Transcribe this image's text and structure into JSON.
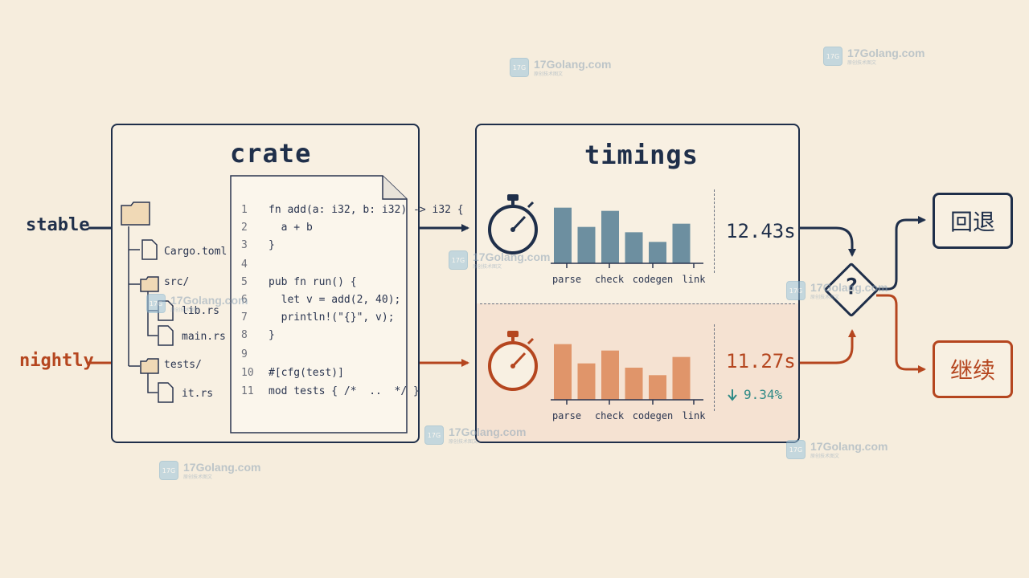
{
  "inputs": {
    "stable_label": "stable",
    "nightly_label": "nightly"
  },
  "crate_panel": {
    "title": "crate",
    "tree": {
      "root_icon": "folder-icon",
      "items": [
        {
          "label": "Cargo.toml",
          "icon": "file-icon"
        },
        {
          "label": "src/",
          "icon": "folder-icon"
        },
        {
          "label": "lib.rs",
          "icon": "file-icon"
        },
        {
          "label": "main.rs",
          "icon": "file-icon"
        },
        {
          "label": "tests/",
          "icon": "folder-icon"
        },
        {
          "label": "it.rs",
          "icon": "file-icon"
        }
      ]
    },
    "code": [
      {
        "n": "1",
        "text": "fn add(a: i32, b: i32) -> i32 {"
      },
      {
        "n": "2",
        "text": "  a + b"
      },
      {
        "n": "3",
        "text": "}"
      },
      {
        "n": "4",
        "text": ""
      },
      {
        "n": "5",
        "text": "pub fn run() {"
      },
      {
        "n": "6",
        "text": "  let v = add(2, 40);"
      },
      {
        "n": "7",
        "text": "  println!(\"{}\", v);"
      },
      {
        "n": "8",
        "text": "}"
      },
      {
        "n": "9",
        "text": ""
      },
      {
        "n": "10",
        "text": "#[cfg(test)]"
      },
      {
        "n": "11",
        "text": "mod tests { /*  ..  */ }"
      }
    ]
  },
  "timings_panel": {
    "title": "timings",
    "stable": {
      "total": "12.43s",
      "color": "#6d8fa0"
    },
    "nightly": {
      "total": "11.27s",
      "delta": "9.34%",
      "delta_icon": "arrow-down-icon",
      "color": "#e0956a"
    }
  },
  "chart_data": [
    {
      "type": "bar",
      "categories": [
        "parse",
        "check",
        "codegen",
        "link"
      ],
      "series": [
        {
          "values": [
            5.2,
            3.4,
            4.9,
            2.9,
            2.0,
            3.7
          ]
        }
      ],
      "ylim": [
        0,
        6
      ],
      "xlabel": "",
      "ylabel": "",
      "title": ""
    },
    {
      "type": "bar",
      "categories": [
        "parse",
        "check",
        "codegen",
        "link"
      ],
      "series": [
        {
          "values": [
            5.2,
            3.4,
            4.6,
            3.0,
            2.3,
            4.0
          ]
        }
      ],
      "ylim": [
        0,
        6
      ],
      "xlabel": "",
      "ylabel": "",
      "title": ""
    }
  ],
  "decision": {
    "symbol": "?",
    "icon": "decision-diamond-icon"
  },
  "outcomes": {
    "rollback_label": "回退",
    "continue_label": "继续"
  },
  "watermark": {
    "text": "17Golang.com",
    "sub": "原创技术图文"
  },
  "colors": {
    "navy": "#1f2f4a",
    "rust": "#b5461f",
    "teal": "#2f8a86",
    "background": "#f6eddd"
  }
}
